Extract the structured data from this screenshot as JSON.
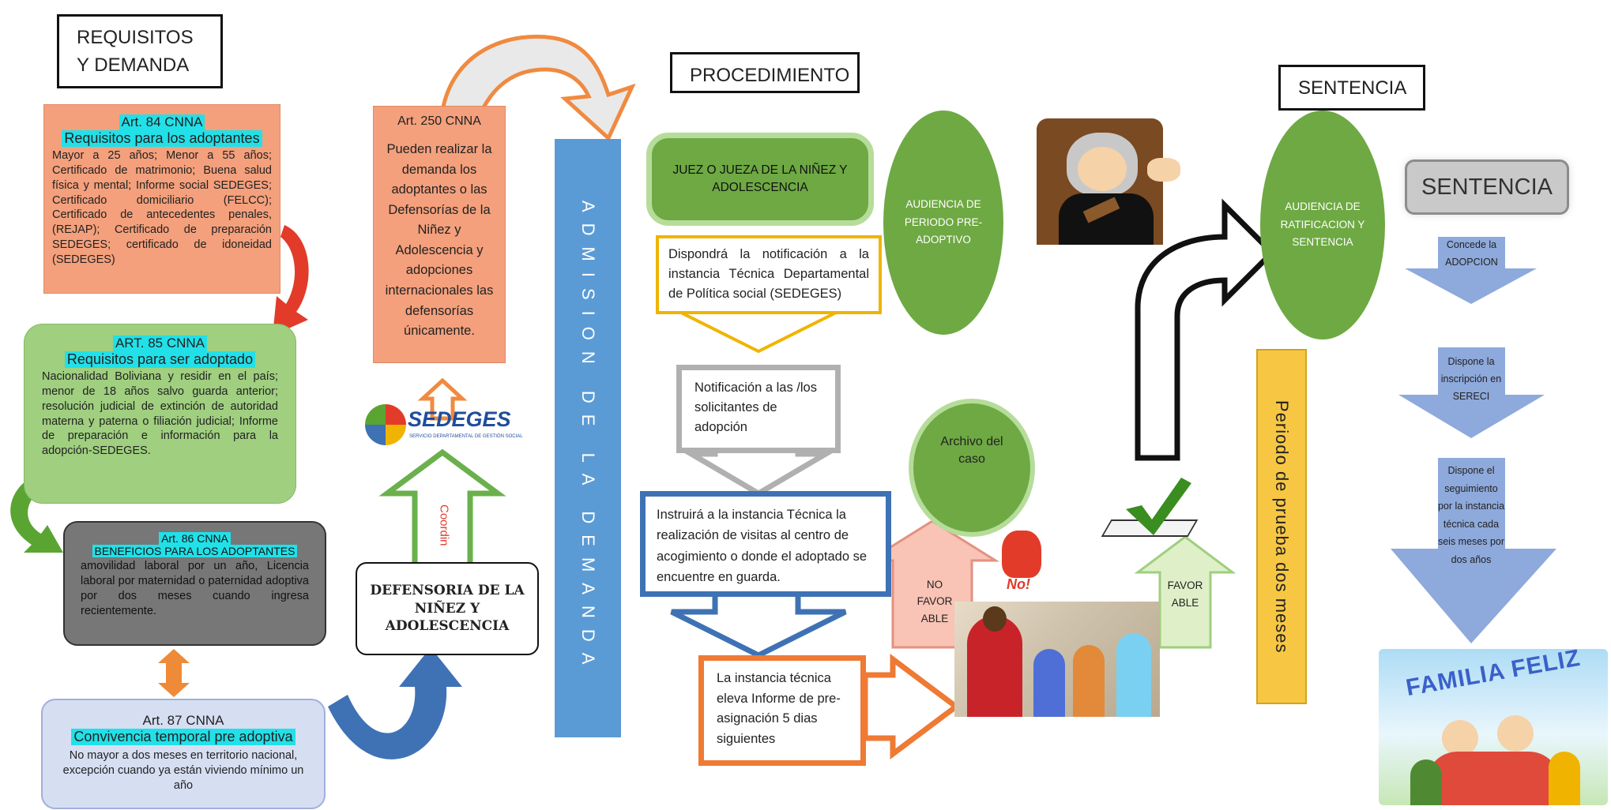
{
  "headers": {
    "requisitos": "REQUISITOS Y DEMANDA",
    "procedimiento": "PROCEDIMIENTO",
    "sentencia": "SENTENCIA"
  },
  "art84": {
    "title": "Art. 84 CNNA",
    "subtitle": "Requisitos para los adoptantes",
    "body": "Mayor a 25 años; Menor a 55 años; Certificado de matrimonio; Buena salud física y mental; Informe social SEDEGES; Certificado domiciliario (FELCC); Certificado de antecedentes penales, (REJAP); Certificado de preparación SEDEGES; certificado de idoneidad (SEDEGES)"
  },
  "art85": {
    "title": "ART. 85 CNNA",
    "subtitle": "Requisitos para ser adoptado",
    "body": "Nacionalidad Boliviana y residir en el país; menor de 18 años salvo guarda anterior; resolución judicial de extinción de autoridad materna y paterna o filiación judicial; Informe de preparación e información para la adopción-SEDEGES."
  },
  "art86": {
    "title": "Art. 86 CNNA",
    "subtitle": "BENEFICIOS PARA LOS ADOPTANTES",
    "body": "amovilidad laboral por un año, Licencia laboral por maternidad o paternidad adoptiva por dos meses cuando ingresa recientemente."
  },
  "art87": {
    "title": "Art. 87 CNNA",
    "subtitle": "Convivencia temporal pre adoptiva",
    "body": "No mayor a dos meses en territorio nacional, excepción cuando ya están viviendo mínimo un año"
  },
  "art250": {
    "title": "Art. 250 CNNA",
    "body": "Pueden realizar la demanda los adoptantes o las Defensorías de la Niñez y Adolescencia y adopciones internacionales las defensorías únicamente."
  },
  "sedeges": {
    "logo": "SEDEGES",
    "sub": "SERVICIO DEPARTAMENTAL DE GESTIÓN SOCIAL"
  },
  "coordina": "Coordin",
  "defensoria": "DEFENSORIA DE LA NIÑEZ Y ADOLESCENCIA",
  "admision": "ADMISION DE LA DEMANDA",
  "juez": "JUEZ O JUEZA DE LA NIÑEZ Y ADOLESCENCIA",
  "dispondra": "Dispondrá la notificación a la instancia Técnica Departamental de Política social (SEDEGES)",
  "notificacion": "Notificación a las /los solicitantes de adopción",
  "instruira": "Instruirá a la instancia Técnica la realización de visitas al centro de acogimiento o donde el adoptado se encuentre en guarda.",
  "eleva": "La instancia técnica eleva Informe de pre-asignación 5 dias siguientes",
  "audiencia_pre": "AUDIENCIA DE PERIODO PRE-ADOPTIVO",
  "archivo": "Archivo del caso",
  "no_favorable": "NO FAVOR ABLE",
  "no_label": "No!",
  "favorable": "FAVOR ABLE",
  "periodo_prueba": "Periodo de prueba dos meses",
  "audiencia_ratificacion": "AUDIENCIA DE RATIFICACION Y SENTENCIA",
  "sentencia_button": "SENTENCIA",
  "concede": "Concede la ADOPCION",
  "inscripcion": "Dispone la inscripción en SERECI",
  "seguimiento": "Dispone el seguimiento por la instancia técnica cada seis meses por dos años",
  "familia": "FAMILIA FELIZ",
  "colors": {
    "orange": "#f4a07c",
    "green": "#9fcf7f",
    "dark_green": "#6ea943",
    "admision_blue": "#5b9bd5",
    "arrow_blue": "#8ea9db",
    "periodo_yellow": "#f7c743",
    "cyan_highlight": "#22e0e8"
  }
}
